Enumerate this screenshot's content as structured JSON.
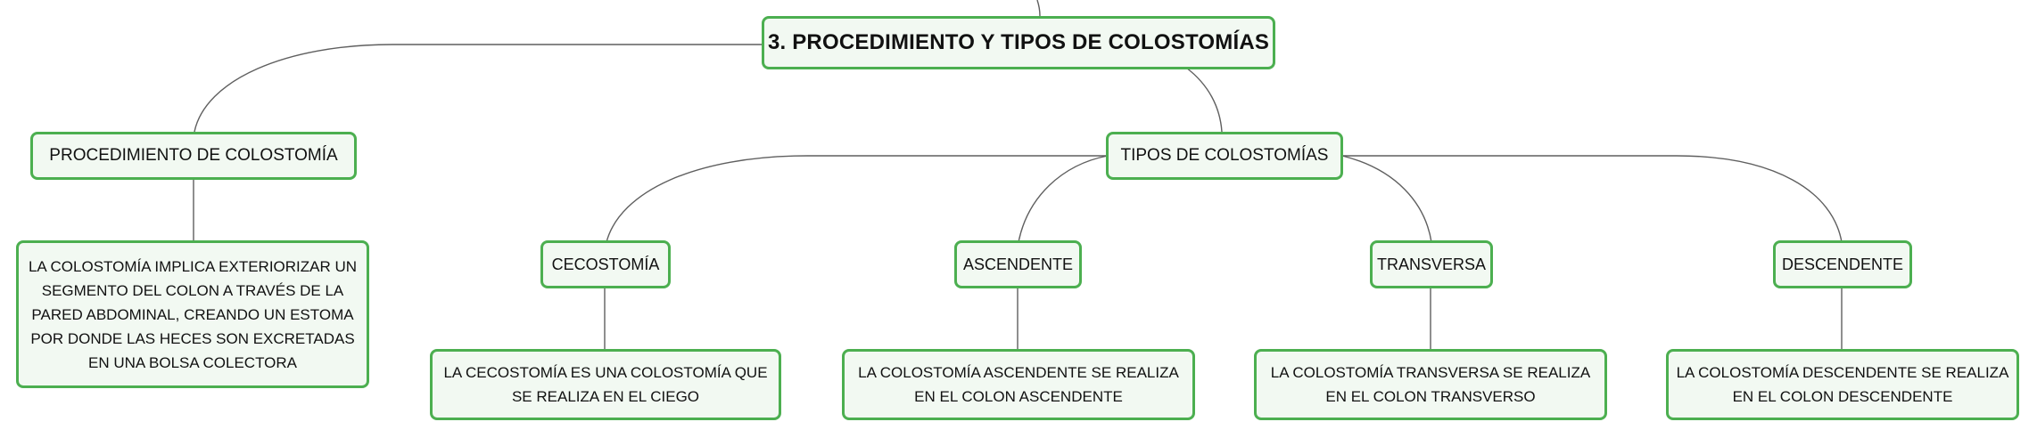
{
  "diagram": {
    "root": {
      "label": "3. PROCEDIMIENTO Y TIPOS DE COLOSTOMÍAS"
    },
    "procedure": {
      "label": "PROCEDIMIENTO DE COLOSTOMÍA",
      "description": "LA COLOSTOMÍA IMPLICA EXTERIORIZAR UN SEGMENTO DEL COLON A TRAVÉS DE LA PARED ABDOMINAL, CREANDO UN ESTOMA POR DONDE LAS HECES SON EXCRETADAS EN UNA BOLSA COLECTORA"
    },
    "types": {
      "label": "TIPOS DE COLOSTOMÍAS",
      "items": [
        {
          "label": "CECOSTOMÍA",
          "description": "LA CECOSTOMÍA ES UNA COLOSTOMÍA QUE SE REALIZA EN EL CIEGO"
        },
        {
          "label": "ASCENDENTE",
          "description": "LA COLOSTOMÍA ASCENDENTE SE REALIZA EN EL COLON ASCENDENTE"
        },
        {
          "label": "TRANSVERSA",
          "description": "LA COLOSTOMÍA TRANSVERSA SE REALIZA EN EL COLON TRANSVERSO"
        },
        {
          "label": "DESCENDENTE",
          "description": "LA COLOSTOMÍA DESCENDENTE SE REALIZA EN EL COLON DESCENDENTE"
        }
      ]
    },
    "colors": {
      "node_border": "#4caf50",
      "node_fill": "#f2f9f2",
      "connector": "#5f5f5f"
    }
  }
}
